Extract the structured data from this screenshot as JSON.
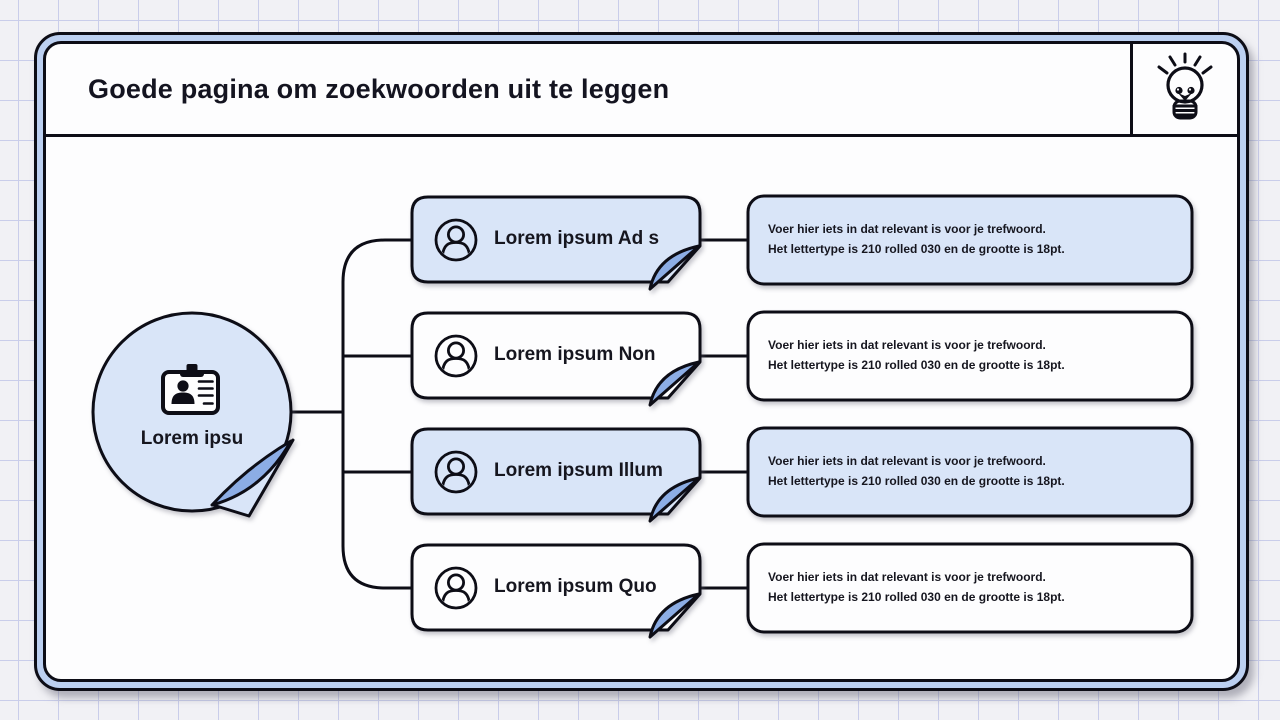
{
  "header": {
    "title": "Goede pagina om zoekwoorden uit te leggen",
    "icon": "lightbulb-icon"
  },
  "center_node": {
    "label": "Lorem ipsu",
    "icon": "id-card-icon"
  },
  "nodes": [
    {
      "label": "Lorem ipsum Ad s",
      "variant": "blue",
      "desc_line1": "Voer hier iets in dat relevant is voor je trefwoord.",
      "desc_line2": "Het lettertype is 210 rolled 030 en de grootte is 18pt."
    },
    {
      "label": "Lorem ipsum Non",
      "variant": "white",
      "desc_line1": "Voer hier iets in dat relevant is voor je trefwoord.",
      "desc_line2": "Het lettertype is 210 rolled 030 en de grootte is 18pt."
    },
    {
      "label": "Lorem ipsum Illum",
      "variant": "blue",
      "desc_line1": "Voer hier iets in dat relevant is voor je trefwoord.",
      "desc_line2": "Het lettertype is 210 rolled 030 en de grootte is 18pt."
    },
    {
      "label": "Lorem ipsum Quo",
      "variant": "white",
      "desc_line1": "Voer hier iets in dat relevant is voor je trefwoord.",
      "desc_line2": "Het lettertype is 210 rolled 030 en de grootte is 18pt."
    }
  ],
  "colors": {
    "node_blue": "#d9e5f8",
    "node_white": "#fdfdfe",
    "curl_blue": "#8cade5",
    "frame_band": "#bcd0f1",
    "outline": "#0d0d16",
    "text": "#16161f",
    "grid_line": "#c9cdea",
    "page_bg": "#f1f1f5"
  }
}
